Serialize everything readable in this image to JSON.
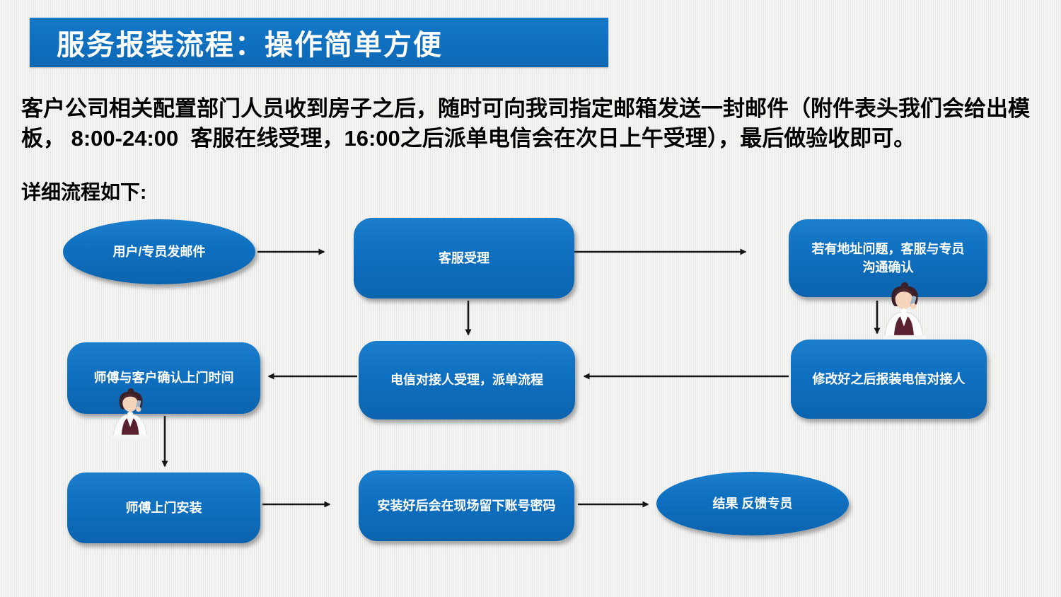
{
  "title_bar": {
    "text": "服务报装流程：操作简单方便"
  },
  "intro_paragraph": {
    "full_text": "客户公司相关配置部门人员收到房子之后，随时可向我司指定邮箱发送一封邮件（附件表头我们会给出模板， 8:00-24:00  客服在线受理，16:00之后派单电信会在次日上午受理），最后做验收即可。",
    "line1": "客户公司相关配置部门人员收到房子之后，随时可向我司指定邮箱发送一封邮件（附件表头我们会给出模",
    "line2": "板， 8:00-24:00  客服在线受理，16:00之后派单电信会在次日上午受理），最后做验收即可。"
  },
  "section_label": "详细流程如下:",
  "colors": {
    "node_blue": "#0f6fc0",
    "title_bar_blue": "#0f6fbf",
    "arrow_black": "#161616",
    "node_text": "#ffffff",
    "body_text": "#000000",
    "background": "#f2f2f1"
  },
  "icons": {
    "agent": "support-agent-icon"
  },
  "flowchart": {
    "nodes": [
      {
        "id": "user-email",
        "shape": "ellipse",
        "label": "用户/专员发邮件"
      },
      {
        "id": "cs-accept",
        "shape": "rect",
        "label": "客服受理"
      },
      {
        "id": "addr-issue",
        "shape": "rect",
        "label": "若有地址问题，客服与专员沟通确认"
      },
      {
        "id": "confirm-time",
        "shape": "rect",
        "label": "师傅与客户确认上门时间"
      },
      {
        "id": "dispatch",
        "shape": "rect",
        "label": "电信对接人受理，派单流程"
      },
      {
        "id": "report-fix",
        "shape": "rect",
        "label": "修改好之后报装电信对接人"
      },
      {
        "id": "install",
        "shape": "rect",
        "label": "师傅上门安装"
      },
      {
        "id": "account",
        "shape": "rect",
        "label": "安装好后会在现场留下账号密码"
      },
      {
        "id": "feedback",
        "shape": "ellipse",
        "label": "结果 反馈专员"
      }
    ],
    "edges": [
      "user-email -> cs-accept",
      "cs-accept -> addr-issue",
      "addr-issue -> report-fix",
      "report-fix -> dispatch",
      "cs-accept -> dispatch",
      "dispatch -> confirm-time",
      "confirm-time -> install",
      "install -> account",
      "account -> feedback"
    ]
  }
}
